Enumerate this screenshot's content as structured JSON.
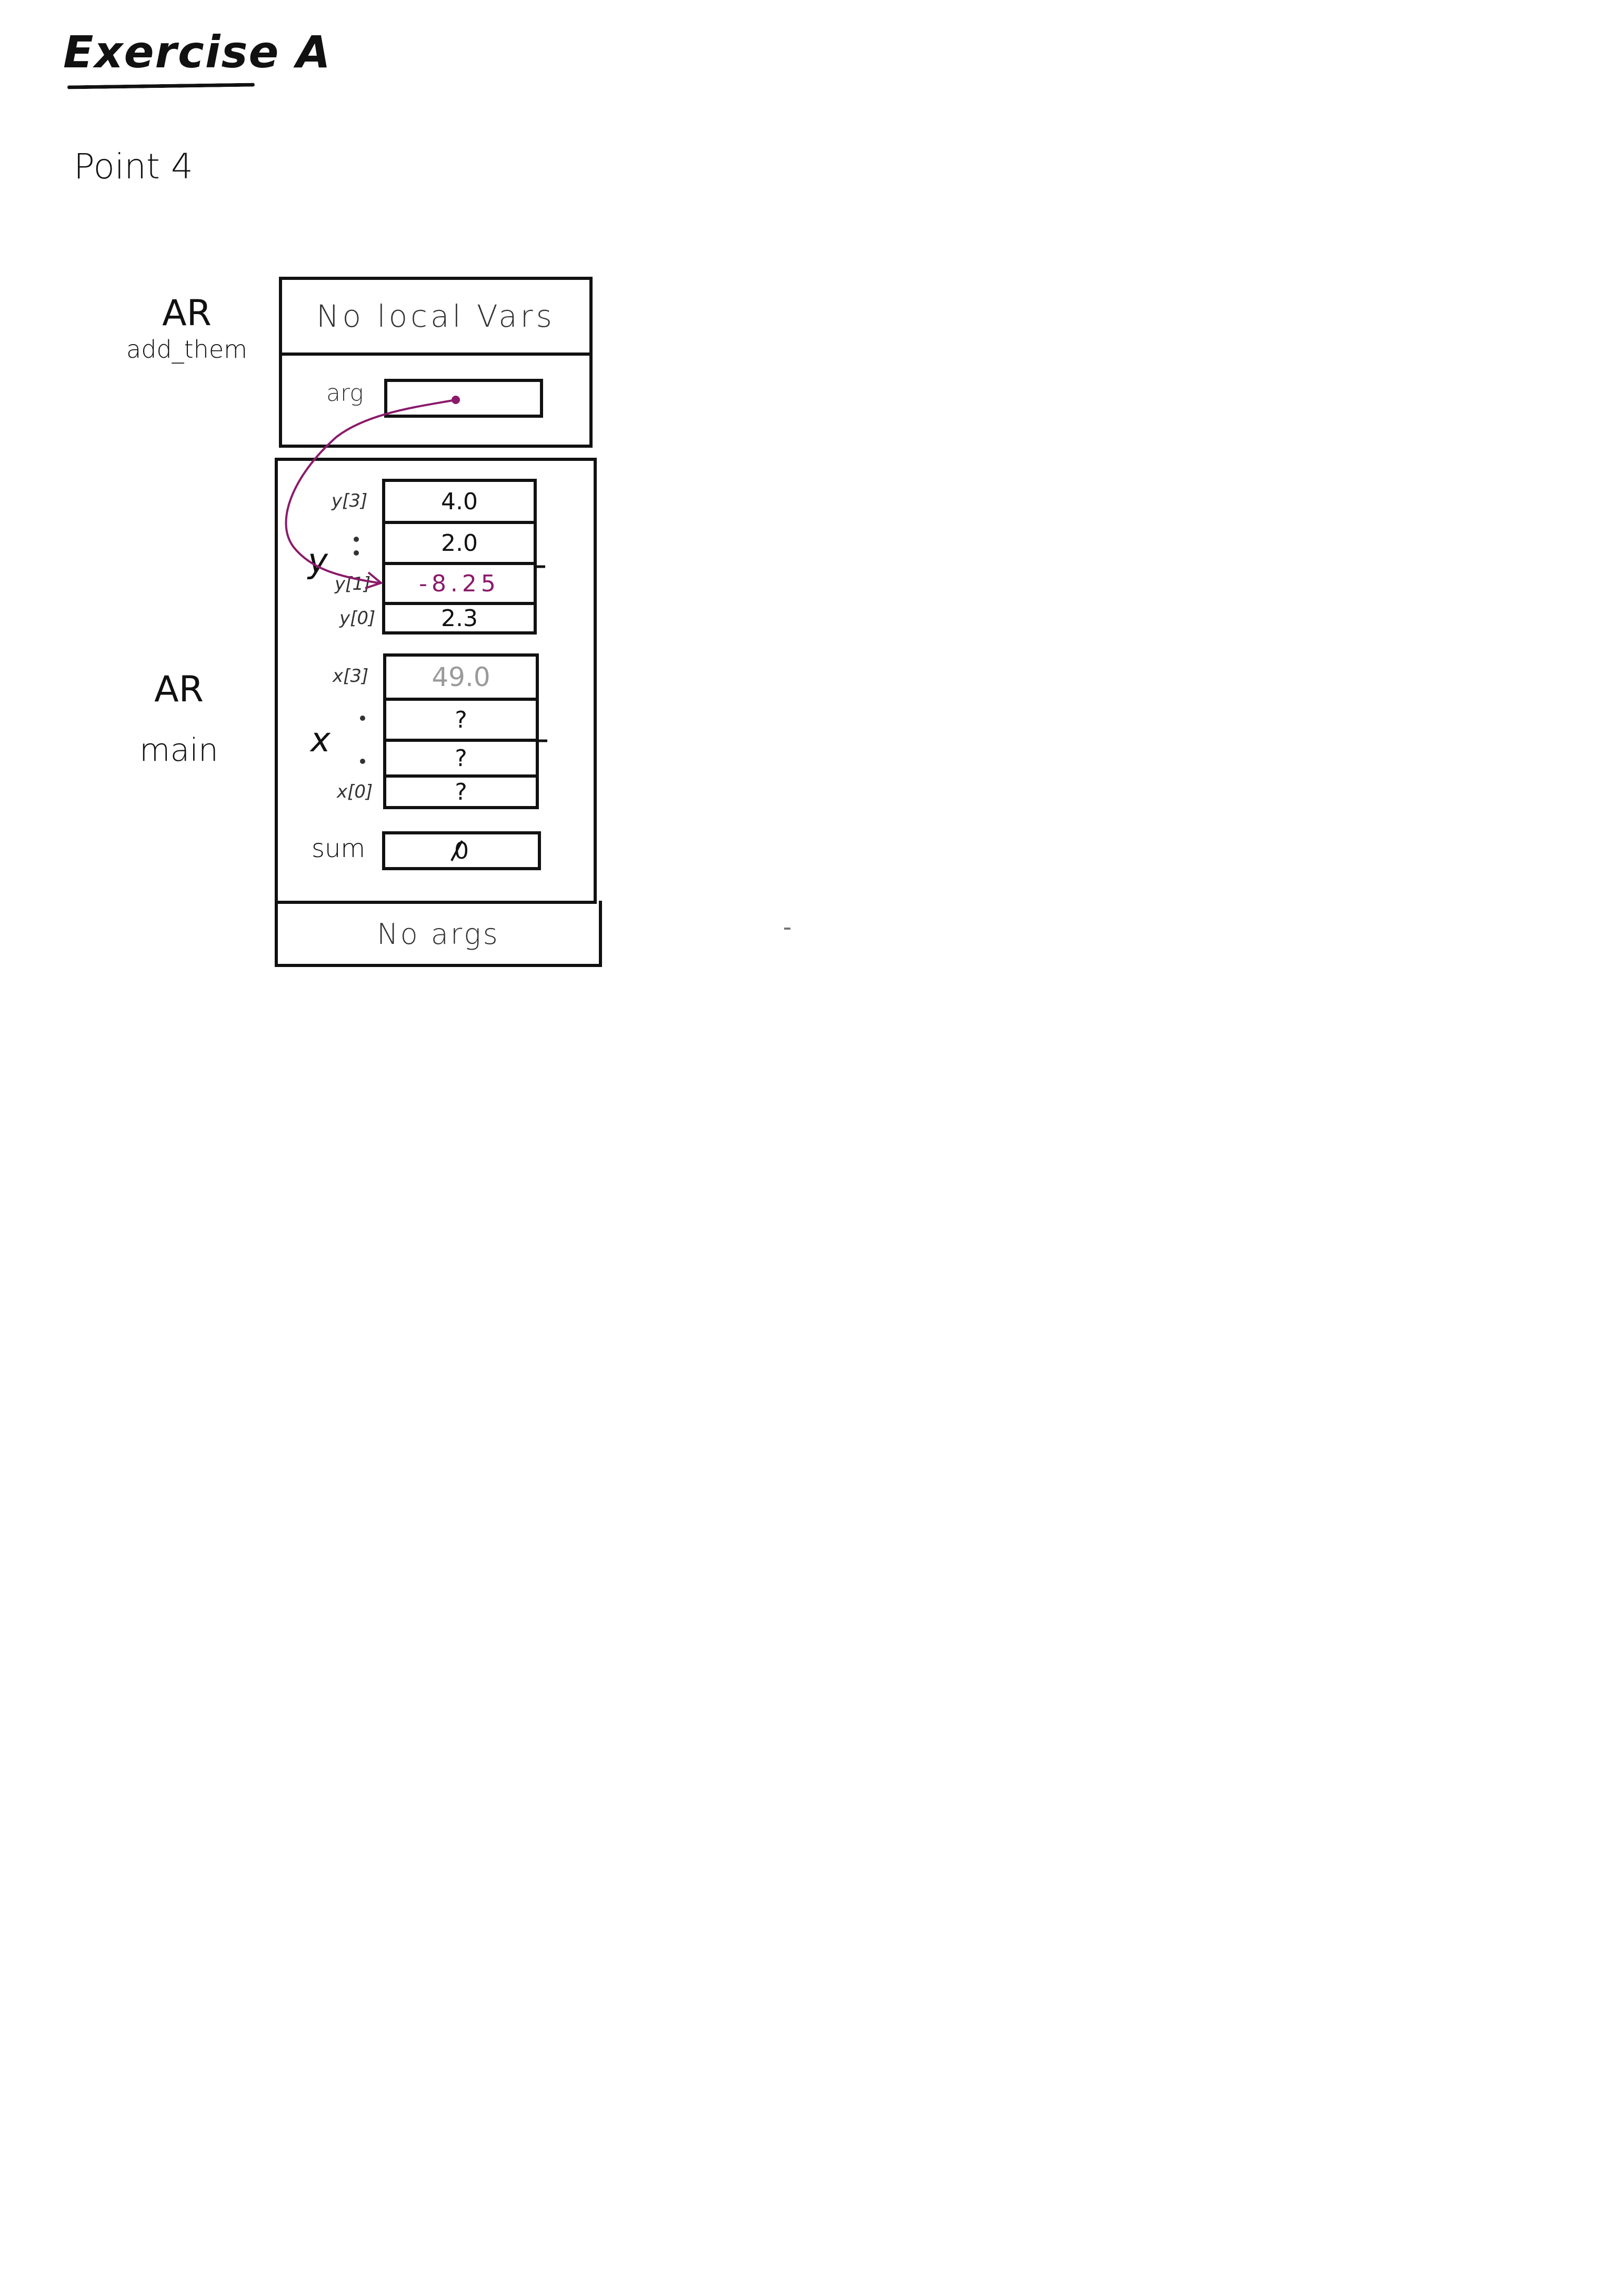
{
  "heading": {
    "title": "Exercise A",
    "subtitle": "Point 4"
  },
  "frames": {
    "add_them": {
      "ar_label": "AR",
      "function_name": "add_them",
      "locals_text": "No local Vars",
      "arg_label": "arg"
    },
    "main": {
      "ar_label": "AR",
      "function_name": "main",
      "args_text": "No args",
      "y": {
        "name": "y",
        "index_top": "y[3]",
        "index_mid": "y[1]",
        "index_bottom": "y[0]",
        "ellipsis": ":",
        "cells": [
          "4.0",
          "2.0",
          "-8.25",
          "2.3"
        ]
      },
      "x": {
        "name": "x",
        "index_top": "x[3]",
        "index_bottom": "x[0]",
        "ellipsis": ":",
        "cells": [
          "49.0",
          "?",
          "?",
          "?"
        ]
      },
      "sum": {
        "label": "sum",
        "value": "0"
      }
    }
  },
  "colors": {
    "ink": "#111111",
    "pointer": "#8b1a6b",
    "faded": "#9a9a9a"
  }
}
